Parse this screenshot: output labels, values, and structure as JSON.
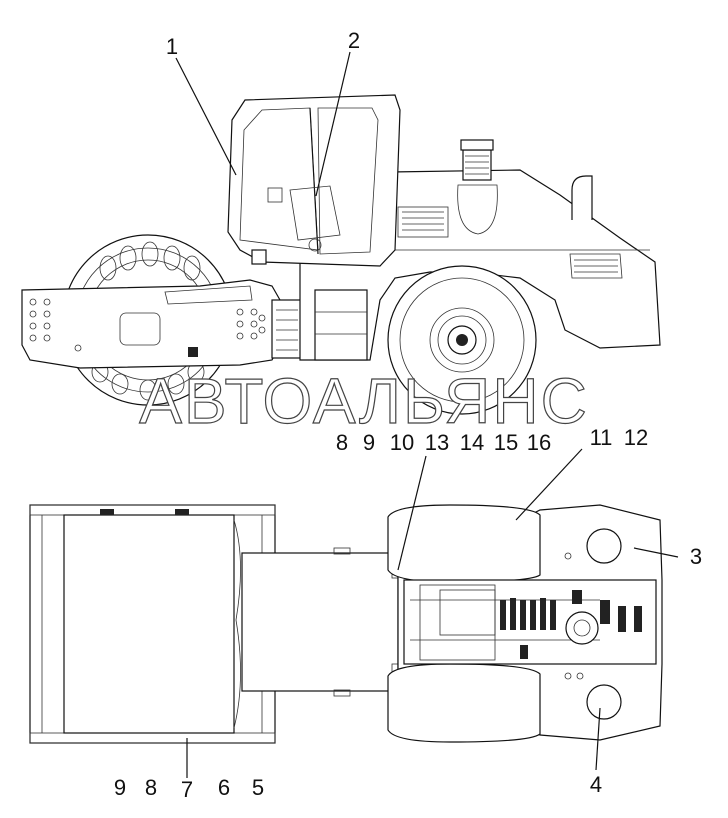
{
  "watermark": "АВТОАЛЬЯНС",
  "callouts": {
    "c1": "1",
    "c2": "2",
    "c3": "3",
    "c4": "4",
    "c5": "5",
    "c6": "6",
    "c7": "7",
    "c8_bottom": "8",
    "c9_bottom": "9",
    "c8_top": "8",
    "c9_top": "9",
    "c10": "10",
    "c13": "13",
    "c14": "14",
    "c15": "15",
    "c16": "16",
    "c11": "11",
    "c12": "12"
  },
  "colors": {
    "line": "#111111",
    "background": "#ffffff"
  }
}
